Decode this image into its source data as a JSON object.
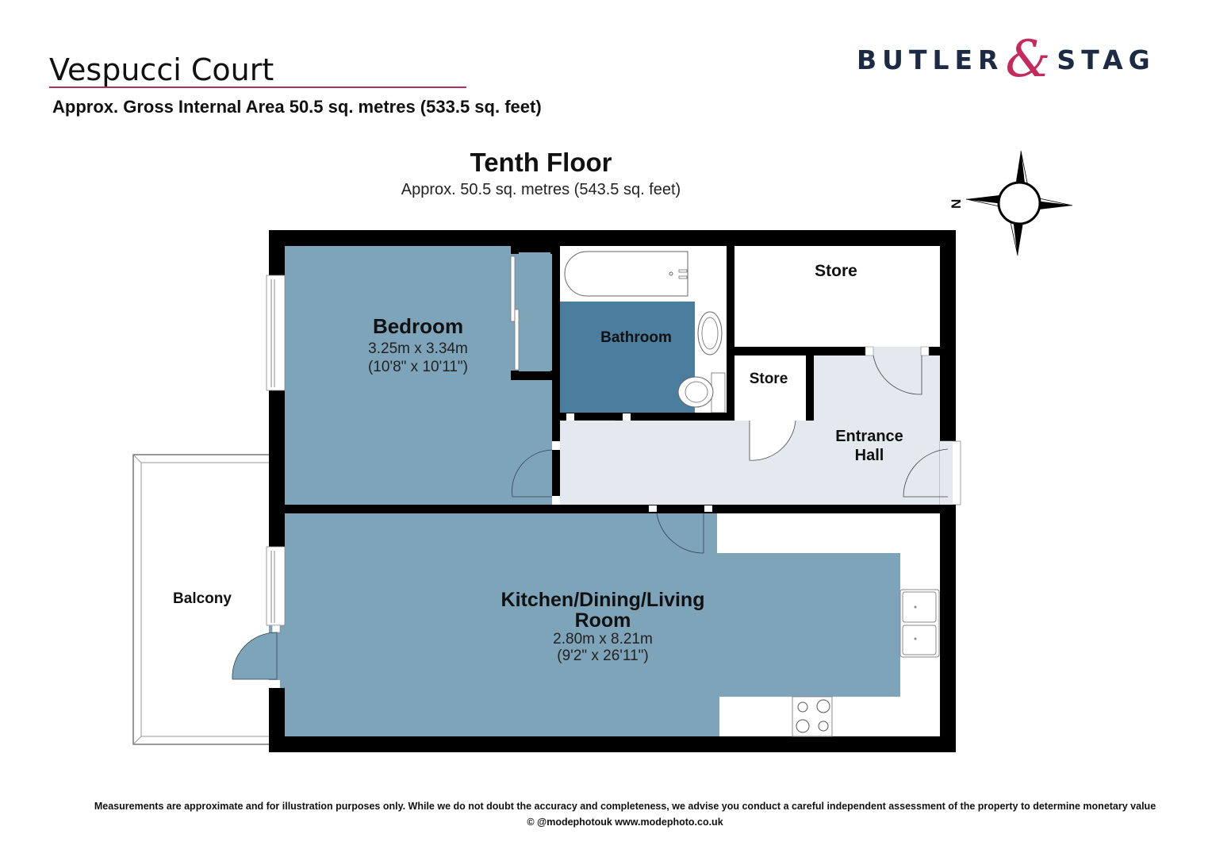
{
  "header": {
    "property_name": "Vespucci Court",
    "gross_area": "Approx. Gross Internal Area 50.5 sq. metres (533.5 sq. feet)"
  },
  "logo": {
    "left": "BUTLER",
    "ampersand": "&",
    "right": "STAG",
    "colors": {
      "text": "#1c2a44",
      "ampersand": "#c42a5c"
    }
  },
  "floor": {
    "title": "Tenth Floor",
    "area": "Approx. 50.5 sq. metres (543.5 sq. feet)"
  },
  "compass": {
    "label": "N",
    "icon": "compass-rose-icon"
  },
  "rooms": {
    "bedroom": {
      "name": "Bedroom",
      "dim_metric": "3.25m x 3.34m",
      "dim_imperial": "(10'8\" x 10'11\")"
    },
    "bathroom": {
      "name": "Bathroom"
    },
    "store_large": {
      "name": "Store"
    },
    "store_small": {
      "name": "Store"
    },
    "entrance_hall": {
      "name_line1": "Entrance",
      "name_line2": "Hall"
    },
    "balcony": {
      "name": "Balcony"
    },
    "living": {
      "name_line1": "Kitchen/Dining/Living",
      "name_line2": "Room",
      "dim_metric": "2.80m x 8.21m",
      "dim_imperial": "(9'2\" x 26'11\")"
    }
  },
  "colors": {
    "room_blue": "#7ea4ba",
    "bathroom_blue": "#4a7d9e",
    "hall_grey": "#e4e8ef",
    "wall": "#000000",
    "title_rule": "#b0305a"
  },
  "footer": {
    "disclaimer": "Measurements are approximate and for illustration purposes only. While we do not doubt the accuracy and completeness, we advise you conduct a careful independent assessment of the property to determine monetary value",
    "credit": "© @modephotouk www.modephoto.co.uk"
  }
}
